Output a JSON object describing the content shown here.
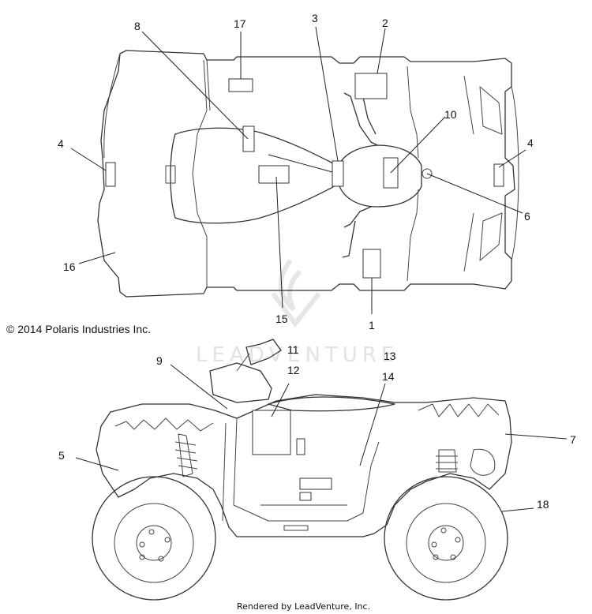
{
  "copyright": "© 2014 Polaris Industries Inc.",
  "footer": "Rendered by LeadVenture, Inc.",
  "watermark": "LEADVENTURE",
  "callouts": {
    "c1": "1",
    "c2": "2",
    "c3": "3",
    "c4a": "4",
    "c4b": "4",
    "c5": "5",
    "c6": "6",
    "c7": "7",
    "c8": "8",
    "c9": "9",
    "c10": "10",
    "c11": "11",
    "c12": "12",
    "c13": "13",
    "c14": "14",
    "c15": "15",
    "c16": "16",
    "c17": "17",
    "c18": "18"
  }
}
